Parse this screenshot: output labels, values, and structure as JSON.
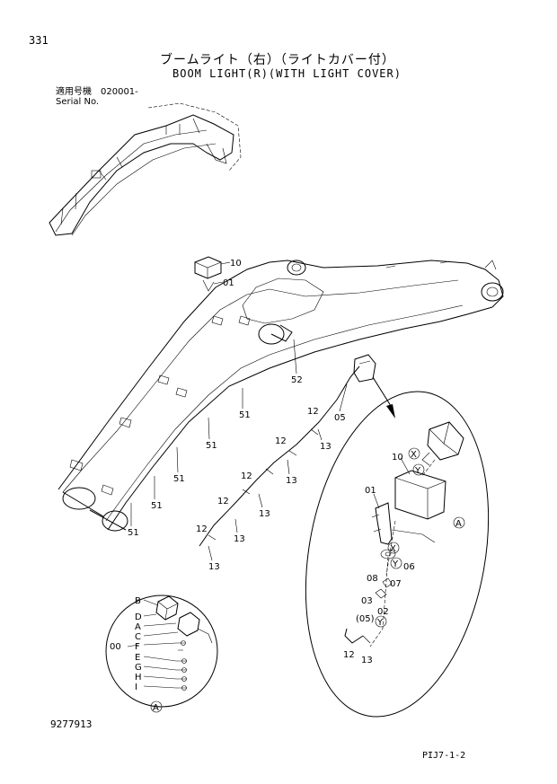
{
  "header": {
    "page_number": "331",
    "title_jp": "ブームライト（右）（ライトカバー付）",
    "title_en": "BOOM LIGHT(R)(WITH LIGHT COVER)",
    "serial_label_jp": "適用号機　020001-",
    "serial_label_en": "Serial No."
  },
  "footer": {
    "drawing_number": "9277913",
    "figure_code": "PIJ7-1-2"
  },
  "callouts": {
    "c10": "10",
    "c01": "01",
    "c52": "52",
    "c05": "05",
    "c51a": "51",
    "c51b": "51",
    "c51c": "51",
    "c51d": "51",
    "c51e": "51",
    "c12a": "12",
    "c13a": "13",
    "c12b": "12",
    "c13b": "13",
    "c12c": "12",
    "c13c": "13",
    "c12d": "12",
    "c13d": "13",
    "c12e": "12",
    "c13e": "13"
  },
  "detail": {
    "c10": "10",
    "c01": "01",
    "c06": "06",
    "c07": "07",
    "c08": "08",
    "c03": "03",
    "c02": "02",
    "c05p": "(05)",
    "c12": "12",
    "c13": "13",
    "ref_x1": "X",
    "ref_y1": "Y",
    "ref_x2": "X",
    "ref_y2": "Y",
    "ref_y3": "Y",
    "ref_a": "A"
  },
  "inset": {
    "letters": [
      "B",
      "D",
      "A",
      "C",
      "F",
      "E",
      "G",
      "H",
      "I"
    ],
    "c00": "00",
    "ref_a": "A"
  }
}
